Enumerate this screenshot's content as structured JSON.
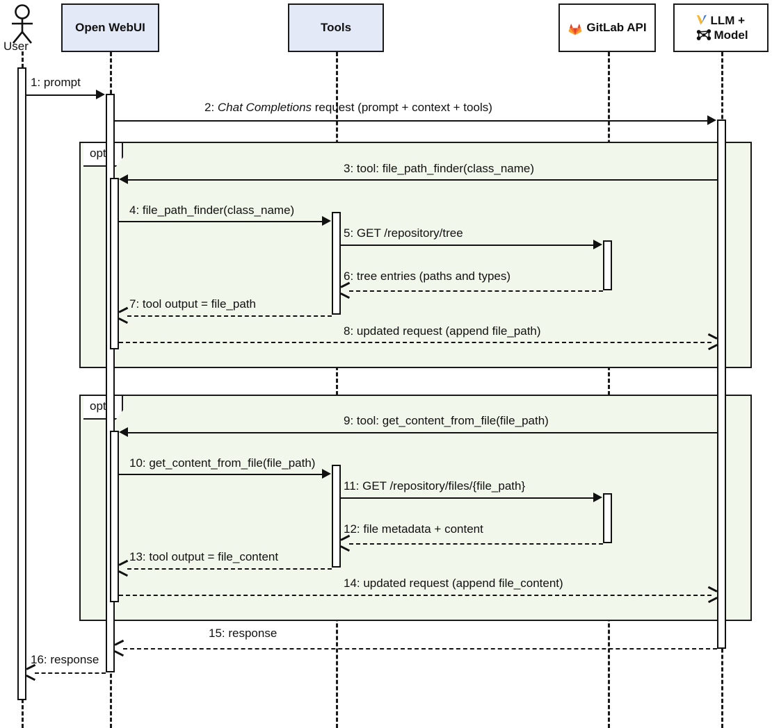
{
  "diagram": {
    "type": "uml-sequence-diagram",
    "colors": {
      "participant_fill": "#e3e9f6",
      "fragment_fill": "#f1f7ea",
      "line": "#1a1a1a",
      "gitlab_orange": "#fc6d26",
      "gitlab_orange_dark": "#e24329",
      "llm_icon_yellow": "#f5b731",
      "llm_icon_blue": "#3f6fd8"
    },
    "participants": [
      {
        "id": "user",
        "label": "User",
        "kind": "actor"
      },
      {
        "id": "webui",
        "label": "Open WebUI",
        "kind": "box",
        "style": "blue"
      },
      {
        "id": "tools",
        "label": "Tools",
        "kind": "box",
        "style": "blue"
      },
      {
        "id": "gitlab",
        "label": "GitLab API",
        "kind": "box",
        "style": "white",
        "icon": "gitlab-tanuki-icon"
      },
      {
        "id": "llm",
        "label": "LLM + Model",
        "kind": "box",
        "style": "white",
        "icon": "llm-model-icon"
      }
    ],
    "fragments": [
      {
        "id": "opt1",
        "label": "opt"
      },
      {
        "id": "opt2",
        "label": "opt"
      }
    ],
    "messages": [
      {
        "num": "1",
        "text": "1: prompt",
        "from": "user",
        "to": "webui",
        "style": "solid"
      },
      {
        "num": "2",
        "text": "2: Chat Completions request (prompt + context + tools)",
        "em": "Chat Completions",
        "from": "webui",
        "to": "llm",
        "style": "solid"
      },
      {
        "num": "3",
        "text": "3: tool: file_path_finder(class_name)",
        "from": "llm",
        "to": "webui",
        "style": "solid"
      },
      {
        "num": "4",
        "text": "4: file_path_finder(class_name)",
        "from": "webui",
        "to": "tools",
        "style": "solid"
      },
      {
        "num": "5",
        "text": "5: GET /repository/tree",
        "from": "tools",
        "to": "gitlab",
        "style": "solid"
      },
      {
        "num": "6",
        "text": "6: tree entries (paths and types)",
        "from": "gitlab",
        "to": "tools",
        "style": "dashed"
      },
      {
        "num": "7",
        "text": "7: tool output = file_path",
        "from": "tools",
        "to": "webui",
        "style": "dashed"
      },
      {
        "num": "8",
        "text": "8: updated request (append file_path)",
        "from": "webui",
        "to": "llm",
        "style": "dashed"
      },
      {
        "num": "9",
        "text": "9: tool: get_content_from_file(file_path)",
        "from": "llm",
        "to": "webui",
        "style": "solid"
      },
      {
        "num": "10",
        "text": "10: get_content_from_file(file_path)",
        "from": "webui",
        "to": "tools",
        "style": "solid"
      },
      {
        "num": "11",
        "text": "11: GET /repository/files/{file_path}",
        "from": "tools",
        "to": "gitlab",
        "style": "solid"
      },
      {
        "num": "12",
        "text": "12: file metadata + content",
        "from": "gitlab",
        "to": "tools",
        "style": "dashed"
      },
      {
        "num": "13",
        "text": "13: tool output = file_content",
        "from": "tools",
        "to": "webui",
        "style": "dashed"
      },
      {
        "num": "14",
        "text": "14: updated request (append file_content)",
        "from": "webui",
        "to": "llm",
        "style": "dashed"
      },
      {
        "num": "15",
        "text": "15: response",
        "from": "llm",
        "to": "webui",
        "style": "dashed"
      },
      {
        "num": "16",
        "text": "16: response",
        "from": "webui",
        "to": "user",
        "style": "dashed"
      }
    ]
  }
}
